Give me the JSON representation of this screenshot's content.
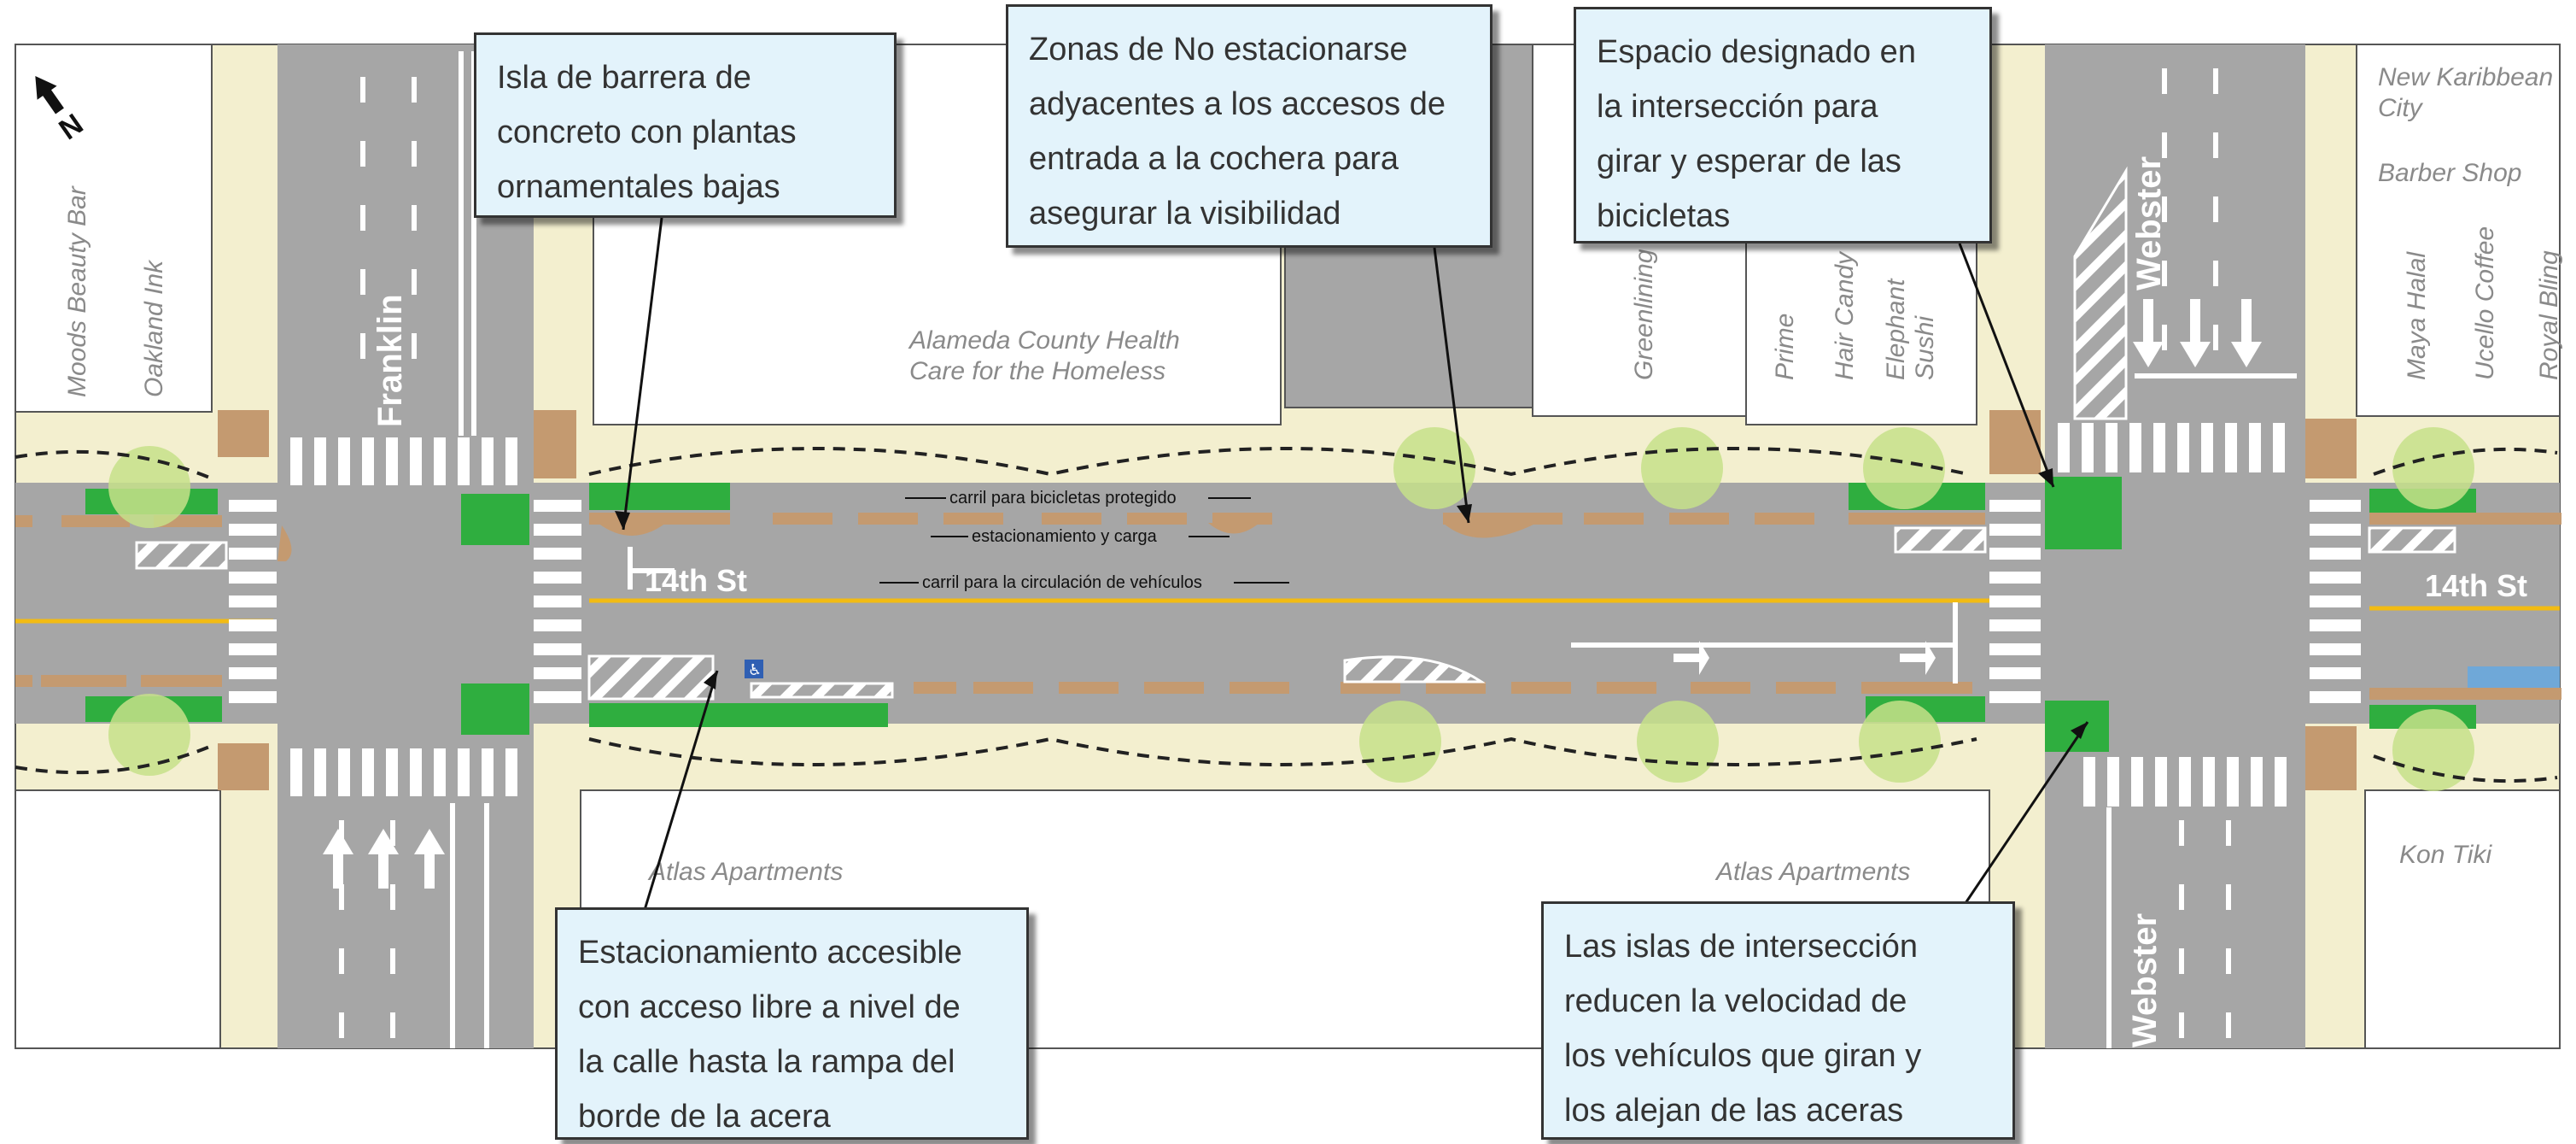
{
  "map": {
    "compass_label": "N",
    "streets": {
      "fourteenth_west": "14th St",
      "fourteenth_east": "14th St",
      "franklin": "Franklin",
      "webster_north": "Webster",
      "webster_south": "Webster"
    },
    "businesses": [
      "Moods Beauty Bar",
      "Oakland Ink",
      "Alameda County Health\nCare for the  Homeless",
      "Greenlining",
      "Prime",
      "Hair Candy",
      "Elephant\nSushi",
      "New Karibbean\nCity",
      "Barber Shop",
      "Maya Halal",
      "Ucello Coffee",
      "Royal Bling",
      "Atlas Apartments",
      "Atlas Apartments",
      "Kon Tiki"
    ],
    "lane_labels": {
      "bike_lane": "carril para bicicletas protegido",
      "parking": "estacionamiento y carga",
      "travel_lane": "carril para la circulación de vehículos"
    },
    "colors": {
      "roadway": "#a6a6a6",
      "sidewalk": "#f3efcf",
      "bike_lane": "#2fae3f",
      "concrete_island": "#c49a70",
      "centerline": "#f2bb13",
      "tree": "#c5e08a",
      "callout_fill": "#e3f3fb"
    }
  },
  "callouts": [
    {
      "id": "planter-island",
      "text": "Isla de barrera de\nconcreto con plantas\nornamentales bajas"
    },
    {
      "id": "no-parking",
      "text": "Zonas de No estacionarse\nadyacentes a los accesos de\nentrada a la cochera para\nasegurar la visibilidad"
    },
    {
      "id": "bike-box",
      "text": "Espacio designado en\nla intersección para\ngirar y esperar de las\nbicicletas"
    },
    {
      "id": "accessible-parking",
      "text": "Estacionamiento accesible\ncon acceso libre a nivel de\nla calle hasta la rampa del\nborde de la acera"
    },
    {
      "id": "corner-islands",
      "text": "Las islas de intersección\nreducen la velocidad de\nlos vehículos que giran y\nlos alejan de las aceras"
    }
  ]
}
